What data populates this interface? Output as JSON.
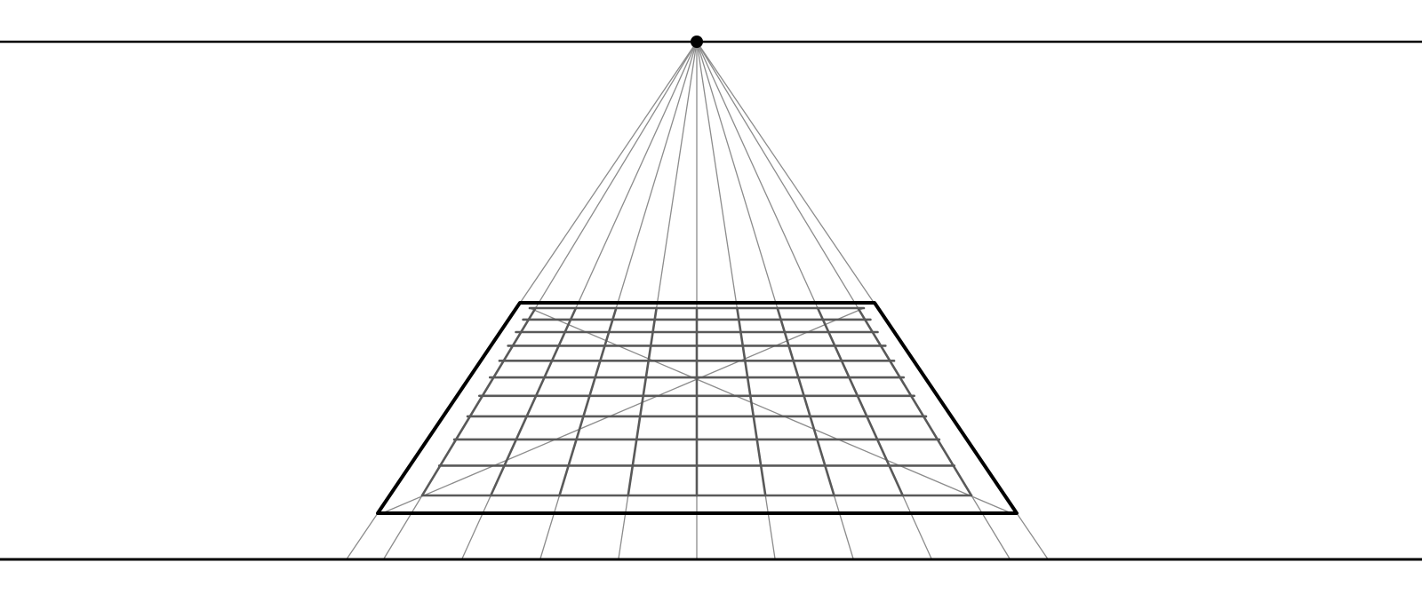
{
  "diagram": {
    "type": "one-point-perspective-grid",
    "grid_columns": 8,
    "grid_rows": 10,
    "vanishing_point_marker": "dot",
    "colors": {
      "background": "#ffffff",
      "frame": "#000000",
      "horizon_line": "#000000",
      "ground_line": "#000000",
      "vanishing_point": "#000000",
      "grid_lines": "#595959",
      "guide_lines": "#8c8c8c"
    }
  }
}
